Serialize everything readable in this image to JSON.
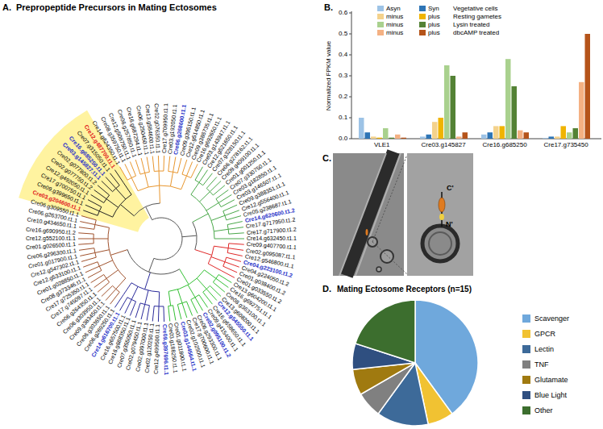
{
  "diagram": {
    "labels": [
      "A.",
      "Prepropeptide Precursors in Mating Ectosomes",
      "Cre03.g204600.t1.1",
      "Cre09.g399650.t1.1",
      "Cre17.g700750.t1.1",
      "Cre12.g492050.t1.1",
      "Cre02.g077750.t1.2",
      "Cre02.g077800.t1.2",
      "Cre03.g145827.t1.1",
      "Cre16.g685250.t1.1",
      "Cre07.g315050.t1.1",
      "Cre12.g487700.t1.1",
      "Cre14.g624350.t1.1",
      "Cre08.g359750.t1.1",
      "Cre12.g508750.t1.1",
      "Cre06.g257850.t1.1",
      "Cre16.g687294.t1.1",
      "Cre06.g250450.t1.1",
      "Cre13.g584600.t1.1",
      "Cre02.g076350.t1.1",
      "Cre17.g709950.t1.1",
      "Cre03.g192050.t1.1",
      "Cre06.g268600.t1.1",
      "Cre09.g395150.t1.1",
      "Cre12.g514850.t1.1",
      "Cre09.g386735.t1.1",
      "Cre16.g692650.t1.1",
      "Cre03.g143947.t1.1",
      "Cre12.g521650.t1.1",
      "Cre07.g328150.t1.1",
      "Cre06.g278162.t1.1",
      "Cre09.g409100.t1.1",
      "Cre01.g001250.t1.1",
      "Cre07.g330750.t1.1",
      "Cre03.g182850.t1.1",
      "Cre03.g146507.t1.1",
      "Cre09.g388351.t1.1",
      "Cre12.g556400.t1.1",
      "Cre05.g238687.t1.1",
      "Cre14.g620600.t1.2",
      "Cre17.g717950.t1.2",
      "Cre17.g717900.t1.2",
      "Cre14.g632450.t1.1",
      "Cre09.g407700.t1.1",
      "Cre02.g095087.t1.1",
      "Cre12.g546800.t1.1",
      "Cre04.g223100.t1.2",
      "Cre04.g224050.t1.2",
      "Cre01.g038400.t1.2",
      "Cre01.g033550.t1.2",
      "Cre13.g604200.t1.1",
      "Cre16.g692751.t1.1",
      "Cre08.g363100.t1.1",
      "Cre13.g608200.t1.1",
      "Cre12.g545550.t1.1",
      "Cre16.g658650.t1.1",
      "Cre09.g415400.t1.1",
      "Cre02.g095100.t1.2",
      "Cre06.g293300.t1.1",
      "Cre17.g700600.t1.1",
      "Cre02.g102500.t1.1",
      "Cre03.g144564.t1.1",
      "Cre01.g011800.t1.1",
      "Cre03.g188250.t1.1",
      "Cre09.g397696.t1.1",
      "Cre12.g499500.t1.1",
      "Cre02.g120250.t1.1",
      "Cre02.g097000.t1.1",
      "Cre02.g079450.t1.1",
      "Cre07.g355050.t1.1",
      "Cre16.g688350.t1.1",
      "Cre16.g657500.t1.1",
      "Cre14.g616700.t1.1",
      "Cre06.g269250.t1.1",
      "Cre06.g303650.t1.1",
      "Cre09.g383450.t1.1",
      "Cre06.g303950.t1.1",
      "Cre06.g264350.t1.1",
      "Cre17.g745097.t1.1",
      "Cre17.g725350.t1.1",
      "Cre08.g373346.t1.1",
      "Cre01.g028850.t1.1",
      "Cre12.g533100.t1.1",
      "Cre12.g547302.t1.1",
      "Cre01.g017900.t1.1",
      "Cre06.g296300.t1.1",
      "Cre01.g026500.t1.1",
      "Cre12.g552100.t1.1",
      "Cre16.g690950.t1.2",
      "Cre10.g434650.t1.1",
      "Cre06.g263700.t1.1",
      "Cre06.g309550.t1.1",
      "B.",
      "Vegetative cells",
      "Resting gametes",
      "Lysin treated",
      "dbcAMP treated",
      "Normalized FPKM value",
      "0.6",
      "0.5",
      "0.4",
      "0.3",
      "0.2",
      "0.1",
      "0.0",
      "VLE1",
      "Cre03.g145827",
      "Cre16.g685250",
      "Cre17.g735450",
      "C.",
      "C'",
      "N'",
      "D.",
      "Mating Ectosome Receptors (n=15)"
    ],
    "legend": [
      {
        "text": "Asyn",
        "color": "#9dc3e6"
      },
      {
        "text": "Syn",
        "color": "#2e75b6"
      },
      {
        "text": "minus",
        "color": "#f4d28c"
      },
      {
        "text": "plus",
        "color": "#f0b400"
      },
      {
        "text": "minus",
        "color": "#a9d18e"
      },
      {
        "text": "plus",
        "color": "#548235"
      },
      {
        "text": "minus",
        "color": "#f4b183"
      },
      {
        "text": "plus",
        "color": "#b5541a"
      },
      {
        "text": "Scavenger",
        "color": "#6fa8dc"
      },
      {
        "text": "GPCR",
        "color": "#f1c232"
      },
      {
        "text": "Lectin",
        "color": "#3d6a99"
      },
      {
        "text": "TNF",
        "color": "#808080"
      },
      {
        "text": "Glutamate",
        "color": "#a07a10"
      },
      {
        "text": "Blue Light",
        "color": "#2f4f80"
      },
      {
        "text": "Other",
        "color": "#3c6e2e"
      }
    ]
  }
}
